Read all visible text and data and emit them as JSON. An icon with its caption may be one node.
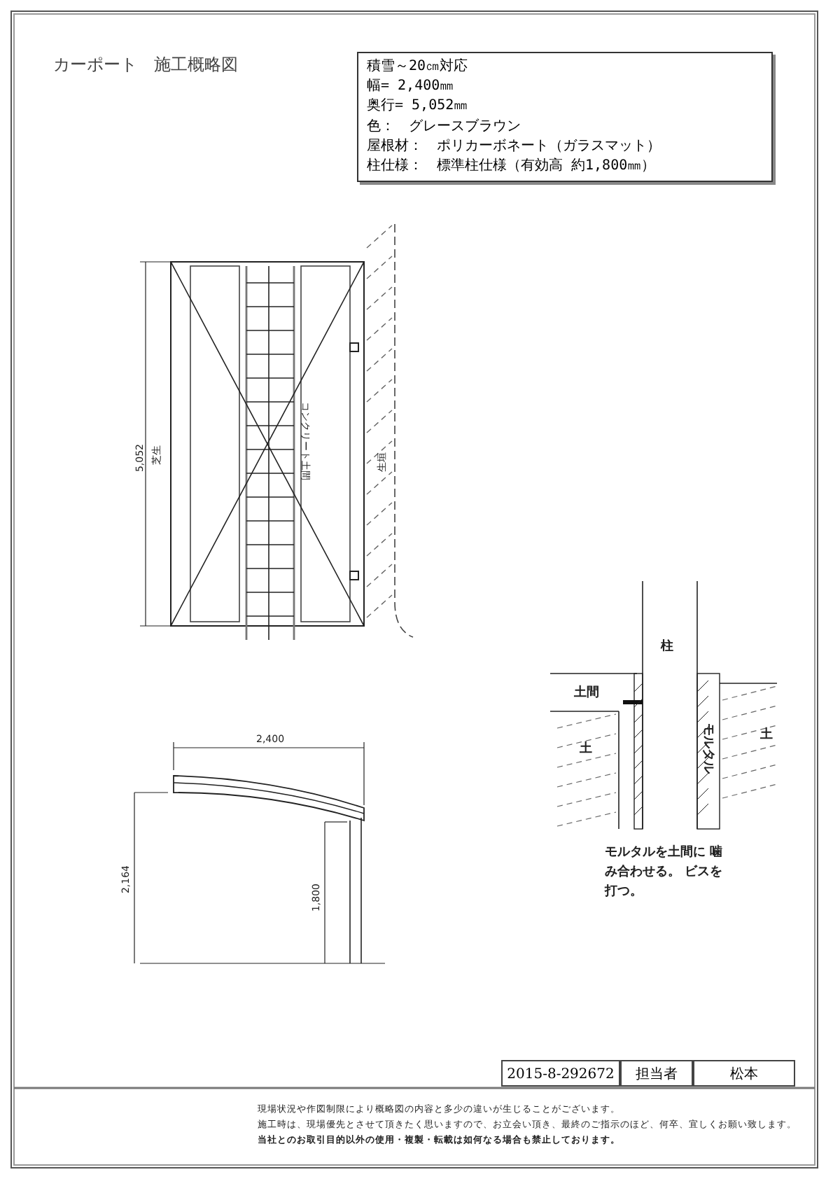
{
  "diagram": {
    "title": "カーポート　施工概略図",
    "nodes": [
      {
        "text": [
          "積雪～20㎝対応",
          "幅= 2,400㎜",
          "奥行= 5,052㎜",
          "色：　グレースブラウン",
          "屋根材：　ポリカーボネート（ガラスマット）",
          "柱仕様：　標準柱仕様（有効高 約1,800㎜）"
        ]
      }
    ],
    "labels": [
      "5,052",
      "芝生",
      "コンクリート土間",
      "生垣",
      "2,400",
      "2,164",
      "1,800",
      "柱",
      "土間",
      "土",
      "モルタル",
      "土",
      "モルタルを土間に 噛み合わせる。 ビスを打つ。",
      "2015-8-292672",
      "担当者",
      "松本",
      "現場状況や作図制限により概略図の内容と多少の違いが生じることがございます。",
      "施工時は、現場優先とさせて頂きたく思いますので、お立会い頂き、最終のご指示のほど、何卒、宜しくお願い致します。",
      "当社とのお取引目的以外の使用・複製・転載は如何なる場合も禁止しております。"
    ]
  }
}
